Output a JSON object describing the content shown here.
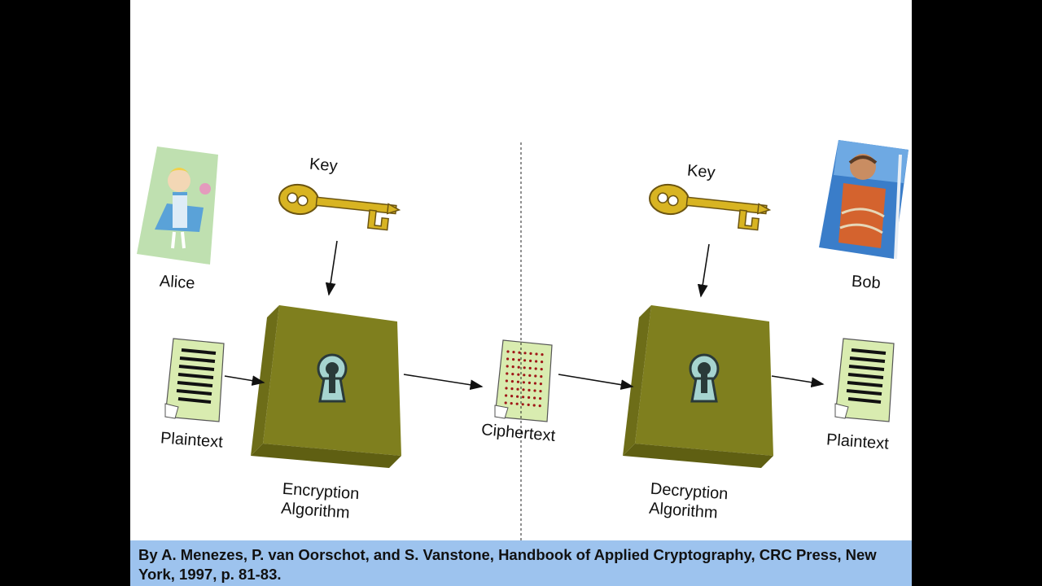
{
  "diagram": {
    "alice": {
      "label": "Alice"
    },
    "bob": {
      "label": "Bob"
    },
    "key_left": {
      "label": "Key"
    },
    "key_right": {
      "label": "Key"
    },
    "plaintext_left": {
      "label": "Plaintext"
    },
    "plaintext_right": {
      "label": "Plaintext"
    },
    "ciphertext": {
      "label": "Ciphertext"
    },
    "encryption": {
      "line1": "Encryption",
      "line2": "Algorithm"
    },
    "decryption": {
      "line1": "Decryption",
      "line2": "Algorithm"
    }
  },
  "citation": {
    "text": "By A. Menezes, P. van Oorschot, and S. Vanstone, Handbook of Applied Cryptography, CRC Press, New York, 1997, p. 81-83."
  },
  "colors": {
    "box": "#7f7f1e",
    "key_gold": "#d8b422",
    "doc_green": "#d9ecb0",
    "citation_bg": "#9dc3ee",
    "cipher_dots": "#a01818"
  }
}
